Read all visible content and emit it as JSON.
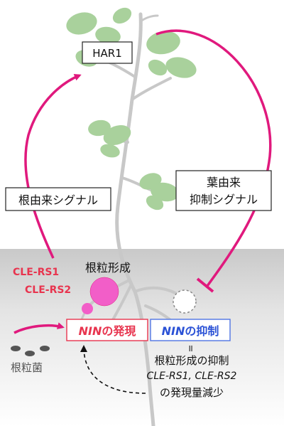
{
  "labels": {
    "har1": "HAR1",
    "root_signal": "根由来シグナル",
    "leaf_signal_line1": "葉由来",
    "leaf_signal_line2": "抑制シグナル",
    "cle_rs1": "CLE-RS1",
    "cle_rs2": "CLE-RS2",
    "nodulation": "根粒形成",
    "nin_expression_gene": "NIN",
    "nin_expression_suffix": "の発現",
    "nin_suppression_gene": "NIN",
    "nin_suppression_suffix": "の抑制",
    "equals_mark": "॥",
    "rhizobia": "根粒菌",
    "suppression_line1": "根粒形成の抑制",
    "suppression_line2": "CLE-RS1, CLE-RS2",
    "suppression_line3": "の発現量減少"
  },
  "colors": {
    "magenta": "#e0197d",
    "red_text": "#e8344e",
    "blue_text": "#2b52d6",
    "blue_box": "#4f74e3",
    "nodule_pink": "#f25ec8",
    "leaf_green": "#a9d19c",
    "stem_gray": "#c8c8c8",
    "soil_gray": "#d5d5d5",
    "rhizobia_gray": "#555555"
  }
}
